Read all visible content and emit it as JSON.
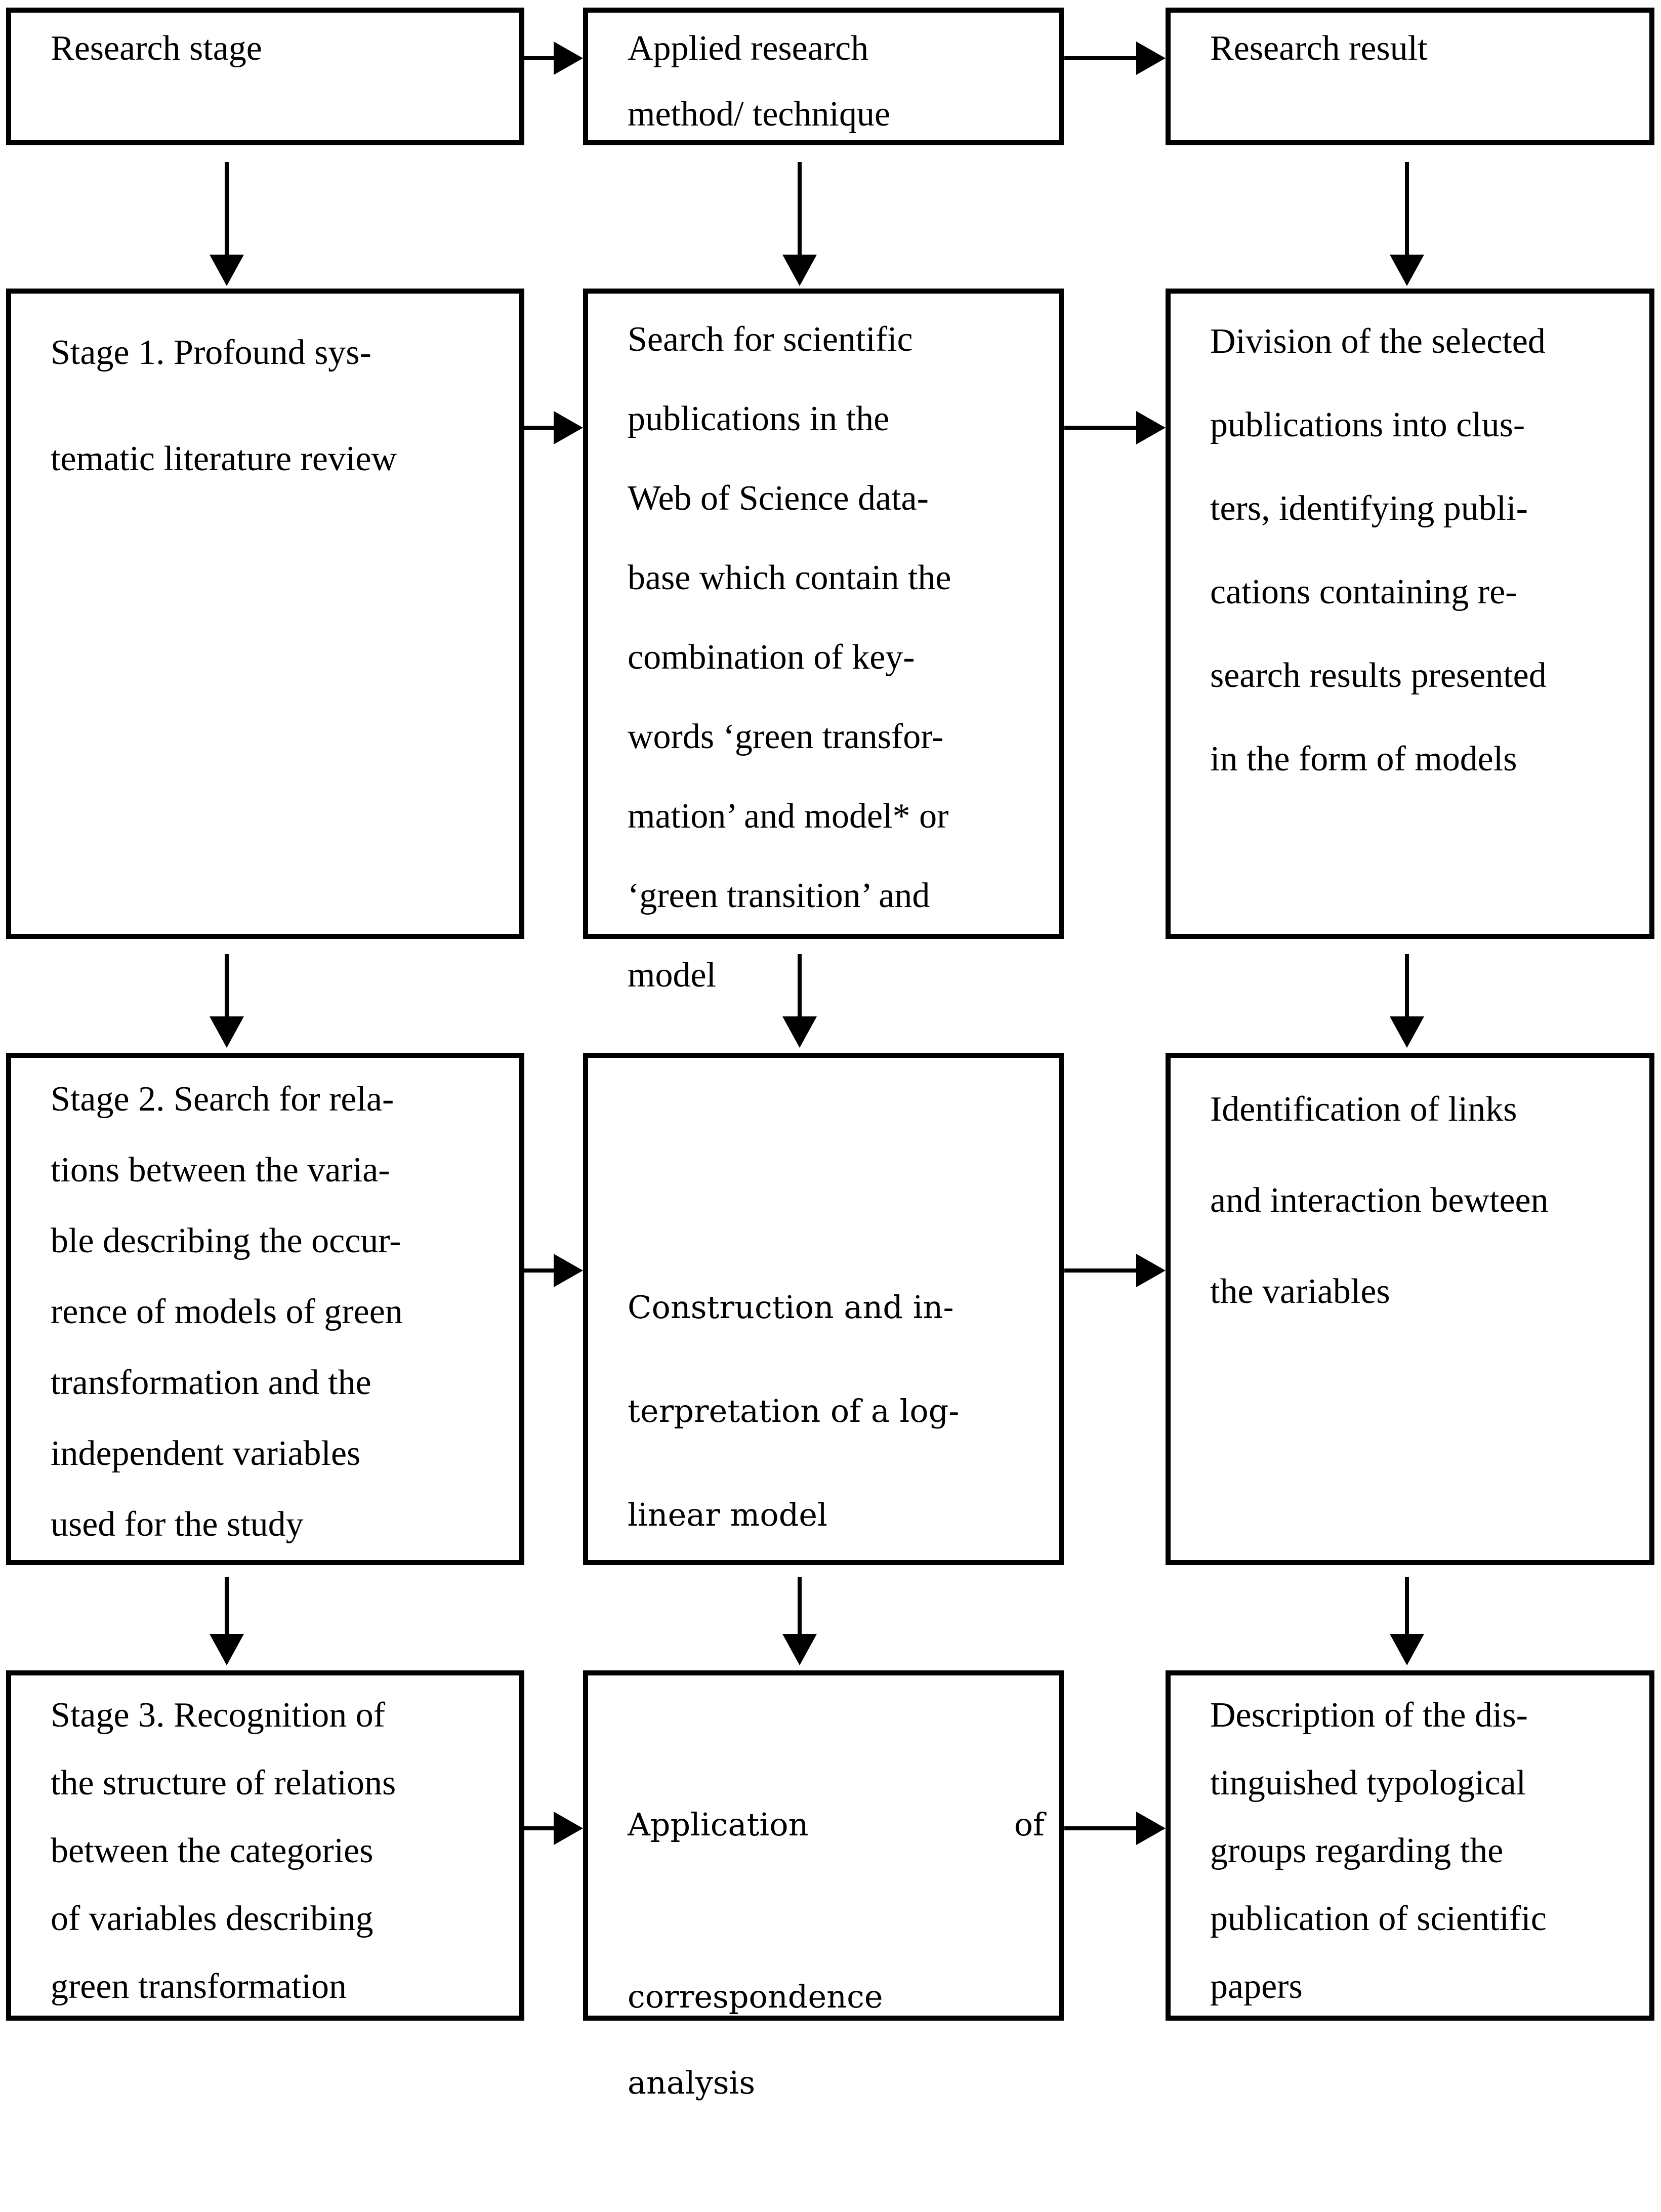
{
  "colors": {
    "ink": "#000000",
    "background": "#ffffff"
  },
  "boxes": {
    "header_stage": {
      "text": "Research stage"
    },
    "header_method": {
      "text": "Applied research\nmethod/ technique"
    },
    "header_result": {
      "text": "Research result"
    },
    "stage1": {
      "text": "Stage 1. Profound sys-\ntematic literature review"
    },
    "method1": {
      "text": "Search for scientific\npublications in the\nWeb of Science data-\nbase which contain the\ncombination of key-\nwords ‘green transfor-\nmation’ and model* or\n‘green transition’ and\nmodel"
    },
    "result1": {
      "text": "Division of the selected\npublications into clus-\nters, identifying publi-\ncations containing re-\nsearch results presented\nin the form of models"
    },
    "stage2": {
      "text": "Stage 2. Search for rela-\ntions between the varia-\nble describing the occur-\nrence of models of green\ntransformation and the\nindependent variables\nused for the study"
    },
    "method2": {
      "text": "Construction and in-\nterpretation of a log-\nlinear model"
    },
    "result2": {
      "text": "Identification of links\nand interaction bewteen\nthe variables"
    },
    "stage3": {
      "text": "Stage 3. Recognition of\nthe structure of relations\nbetween the categories\nof variables describing\ngreen transformation"
    },
    "method3": {
      "line1_left": "Application",
      "line1_right": "of",
      "rest": "correspondence\nanalysis"
    },
    "result3": {
      "text": "Description of the dis-\ntinguished typological\ngroups regarding the\npublication of scientific\npapers"
    }
  }
}
